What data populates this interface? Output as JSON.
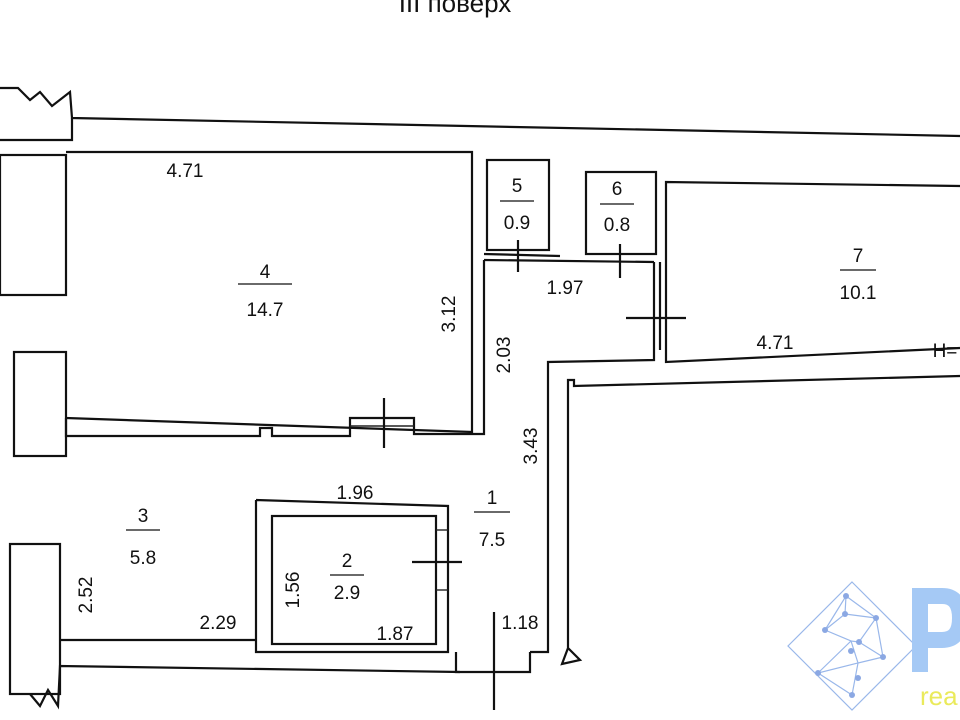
{
  "title": "III поверх",
  "rooms": [
    {
      "number": "1",
      "area": "7.5"
    },
    {
      "number": "2",
      "area": "2.9"
    },
    {
      "number": "3",
      "area": "5.8"
    },
    {
      "number": "4",
      "area": "14.7"
    },
    {
      "number": "5",
      "area": "0.9"
    },
    {
      "number": "6",
      "area": "0.8"
    },
    {
      "number": "7",
      "area": "10.1"
    }
  ],
  "dimensions": {
    "r4_width": "4.71",
    "r4_height": "3.12",
    "corridor_top": "1.97",
    "corridor_left": "2.03",
    "corridor_right": "3.43",
    "r7_width": "4.71",
    "height_label": "H=",
    "r2_top": "1.96",
    "r2_left": "1.56",
    "r2_bottom": "1.87",
    "r3_left": "2.52",
    "r3_bottom": "2.29",
    "r1_bottom": "1.18"
  },
  "watermark": {
    "letter": "R",
    "text": "rea",
    "color_blue": "#8fb0e8",
    "color_yellow": "#e8e84a"
  }
}
